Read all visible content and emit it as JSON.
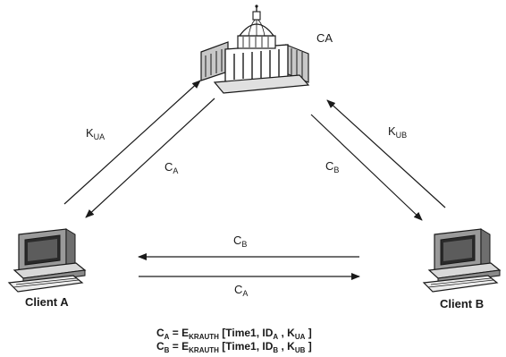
{
  "nodes": {
    "ca_label": "CA",
    "client_a_label": "Client A",
    "client_b_label": "Client B"
  },
  "arrows": {
    "a_to_ca": {
      "base": "K",
      "sub": "UA"
    },
    "ca_to_a": {
      "base": "C",
      "sub": "A"
    },
    "b_to_ca": {
      "base": "K",
      "sub": "UB"
    },
    "ca_to_b": {
      "base": "C",
      "sub": "B"
    },
    "b_to_a": {
      "base": "C",
      "sub": "B"
    },
    "a_to_b": {
      "base": "C",
      "sub": "A"
    }
  },
  "equations": [
    {
      "lhs": "C",
      "lhs_sub": "A",
      "eq": " = E",
      "e_sub": "KRAUTH",
      "open": " [Time1, ID",
      "id_sub": "A",
      "sep": " , K",
      "k_sub": "UA",
      "close": " ]"
    },
    {
      "lhs": "C",
      "lhs_sub": "B",
      "eq": " = E",
      "e_sub": "KRAUTH",
      "open": " [Time1, ID",
      "id_sub": "B",
      "sep": " , K",
      "k_sub": "UB",
      "close": " ]"
    }
  ]
}
